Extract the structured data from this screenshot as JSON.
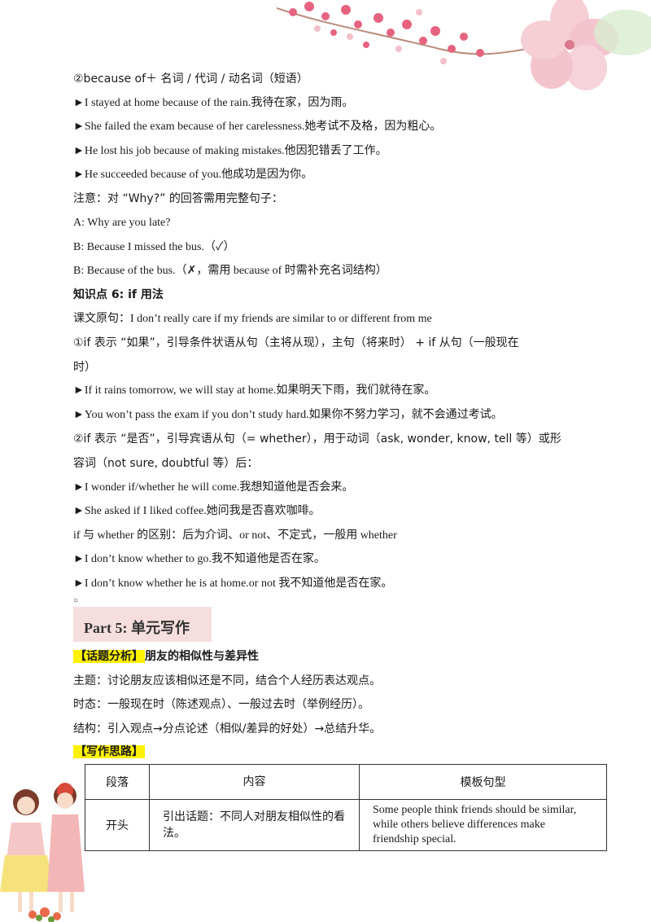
{
  "lines": {
    "l1": "②because of＋ 名词 / 代词 / 动名词（短语）",
    "l2": "►I stayed at home because of the rain.我待在家，因为雨。",
    "l3": "►She failed the exam because of her carelessness.她考试不及格，因为粗心。",
    "l4": "►He lost his job because of making mistakes.他因犯错丢了工作。",
    "l5": "►He succeeded because of you.他成功是因为你。",
    "l6": "注意：对 “Why?” 的回答需用完整句子：",
    "l7": "A: Why are you late?",
    "l8": "B: Because I missed the bus.（✓）",
    "l9": "B: Because of the bus.（✗，需用 because of 时需补充名词结构）",
    "l10": "知识点 6: if 用法",
    "l11": "课文原句：I don’t really care if my friends are similar to or different from me",
    "l12": "①if 表示 “如果”，引导条件状语从句（主将从现），主句（将来时） + if 从句（一般现在",
    "l13": "时）",
    "l14": "►If it rains tomorrow, we will stay at home.如果明天下雨，我们就待在家。",
    "l15": "►You won’t pass the exam if you don’t study hard.如果你不努力学习，就不会通过考试。",
    "l16": "②if 表示 “是否”，引导宾语从句（= whether），用于动词（ask, wonder, know, tell 等）或形",
    "l17": "容词（not sure, doubtful 等）后：",
    "l18": "►I wonder if/whether he will come.我想知道他是否会来。",
    "l19": "►She asked if I liked coffee.她问我是否喜欢咖啡。",
    "l20": "if 与 whether 的区别：后为介词、or not、不定式，一般用 whether",
    "l21": "►I don’t know whether to go.我不知道他是否在家。",
    "l22": "►I don’t know whether he is at home.or not 我不知道他是否在家。",
    "l23": "○"
  },
  "part": {
    "label": "Part 5:",
    "title": "单元写作"
  },
  "topic": {
    "tag": "【话题分析】",
    "title": "朋友的相似性与差异性"
  },
  "topic_lines": {
    "t1": "主题：讨论朋友应该相似还是不同，结合个人经历表达观点。",
    "t2": "时态：一般现在时（陈述观点）、一般过去时（举例经历）。",
    "t3": "结构：引入观点→分点论述（相似/差异的好处）→总结升华。"
  },
  "writing": {
    "tag": "【写作思路】"
  },
  "table": {
    "headers": [
      "段落",
      "内容",
      "模板句型"
    ],
    "rows": [
      [
        "开头",
        "引出话题：不同人对朋友相似性的看法。",
        "Some people think friends should be similar, while others believe differences make friendship special."
      ]
    ]
  },
  "colors": {
    "highlight": "#fff200",
    "part_bg": "#f6dede"
  },
  "decorations": [
    "cherry-blossom-branch",
    "two-girls-illustration"
  ]
}
